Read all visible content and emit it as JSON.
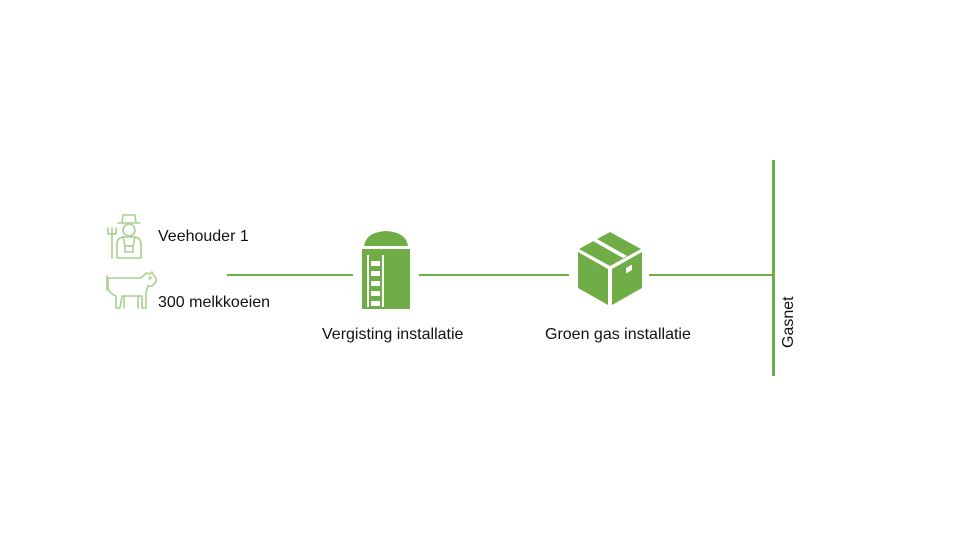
{
  "colors": {
    "accent": "#70ad47",
    "icon_fill": "#70ad47",
    "text": "#111111",
    "background": "#ffffff"
  },
  "source": {
    "farmer_label": "Veehouder 1",
    "farmer_icon": "farmer-icon",
    "cows_label": "300 melkkoeien",
    "cow_icon": "cow-icon"
  },
  "nodes": [
    {
      "label": "Vergisting installatie",
      "icon": "digester-silo-icon"
    },
    {
      "label": "Groen gas installatie",
      "icon": "package-box-icon"
    }
  ],
  "grid": {
    "label": "Gasnet"
  }
}
